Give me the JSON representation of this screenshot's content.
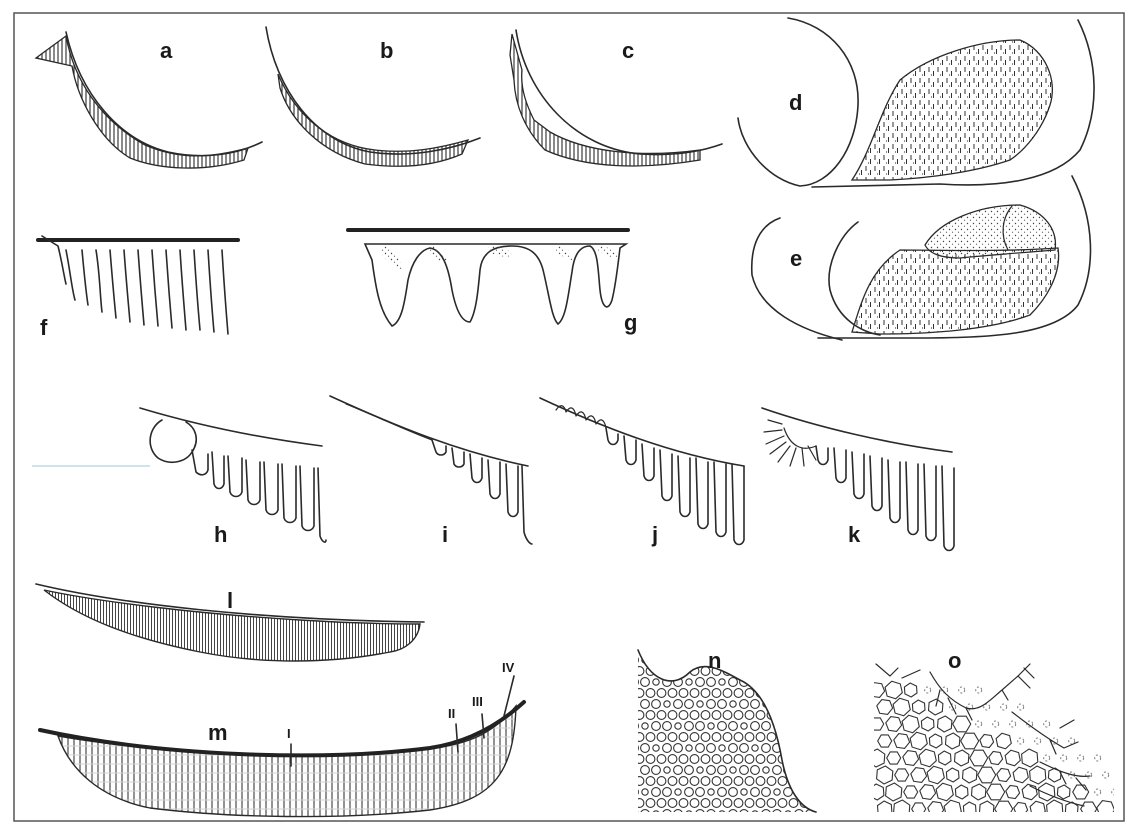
{
  "panels": [
    {
      "id": "a",
      "label": "a"
    },
    {
      "id": "b",
      "label": "b"
    },
    {
      "id": "c",
      "label": "c"
    },
    {
      "id": "d",
      "label": "d"
    },
    {
      "id": "e",
      "label": "e"
    },
    {
      "id": "f",
      "label": "f"
    },
    {
      "id": "g",
      "label": "g"
    },
    {
      "id": "h",
      "label": "h"
    },
    {
      "id": "i",
      "label": "i"
    },
    {
      "id": "j",
      "label": "j"
    },
    {
      "id": "k",
      "label": "k"
    },
    {
      "id": "l",
      "label": "l"
    },
    {
      "id": "m",
      "label": "m"
    },
    {
      "id": "n",
      "label": "n"
    },
    {
      "id": "o",
      "label": "o"
    }
  ],
  "zones": [
    "I",
    "II",
    "III",
    "IV"
  ]
}
